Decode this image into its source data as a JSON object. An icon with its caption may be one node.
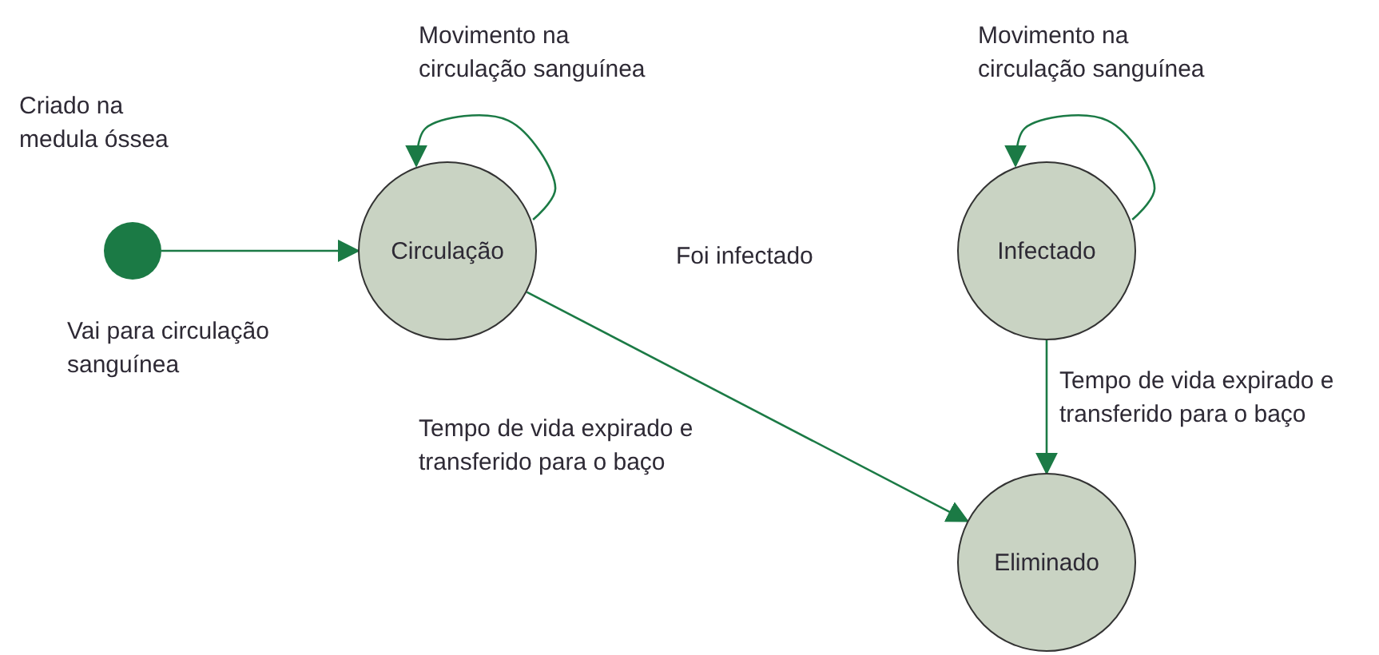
{
  "diagram": {
    "nodes": [
      {
        "text": [],
        "shape": "circle",
        "beside": [
          "Criado na medula óssea"
        ]
      },
      {
        "text": [
          "Circulação"
        ]
      },
      {
        "text": [
          "Infectado"
        ]
      },
      {
        "text": [
          "Eliminado"
        ]
      }
    ],
    "edges": [
      {
        "from": 0,
        "to": 1,
        "arrow": "to",
        "label": "Vai para circulação sanguínea"
      },
      {
        "from": 1,
        "to": 1,
        "arrow": "to",
        "label": "Movimento na circulação sanguínea"
      },
      {
        "from": 2,
        "to": 2,
        "arrow": "to",
        "label": "Movimento na circulação sanguínea"
      },
      {
        "from": 1,
        "to": 3,
        "arrow": "to",
        "label": "Tempo de vida expirado e transferido para o baço"
      },
      {
        "from": 2,
        "to": 3,
        "arrow": "to",
        "label": "Tempo de vida expirado e transferido para o baço"
      }
    ],
    "labels": [
      "Foi infectado"
    ]
  }
}
